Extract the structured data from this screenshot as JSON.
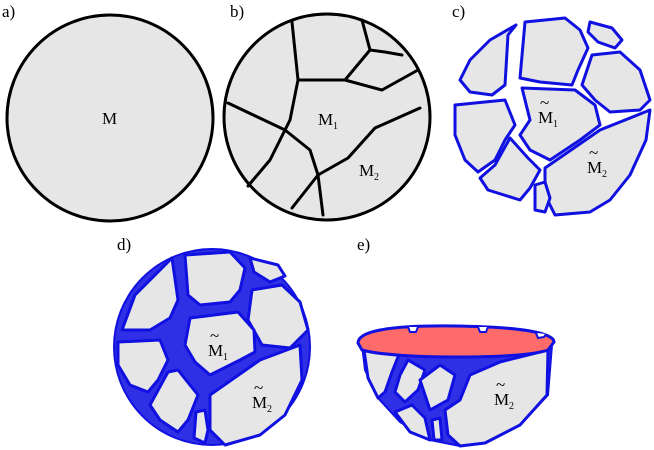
{
  "panels": {
    "a": {
      "label": "a)",
      "region": {
        "letter": "M",
        "sub": "",
        "tilde": false
      }
    },
    "b": {
      "label": "b)",
      "regions": [
        {
          "letter": "M",
          "sub": "1",
          "tilde": false
        },
        {
          "letter": "M",
          "sub": "2",
          "tilde": false
        }
      ]
    },
    "c": {
      "label": "c)",
      "regions": [
        {
          "letter": "M",
          "sub": "1",
          "tilde": true
        },
        {
          "letter": "M",
          "sub": "2",
          "tilde": true
        }
      ]
    },
    "d": {
      "label": "d)",
      "regions": [
        {
          "letter": "M",
          "sub": "1",
          "tilde": true
        },
        {
          "letter": "M",
          "sub": "2",
          "tilde": true
        }
      ]
    },
    "e": {
      "label": "e)",
      "regions": [
        {
          "letter": "M",
          "sub": "2",
          "tilde": true
        }
      ]
    }
  },
  "colors": {
    "region_fill": "#e6e6e6",
    "boundary_black": "#000000",
    "boundary_blue": "#1010e0",
    "filled_blue": "#2f2fe6",
    "cap_red": "#ff6b6b"
  }
}
